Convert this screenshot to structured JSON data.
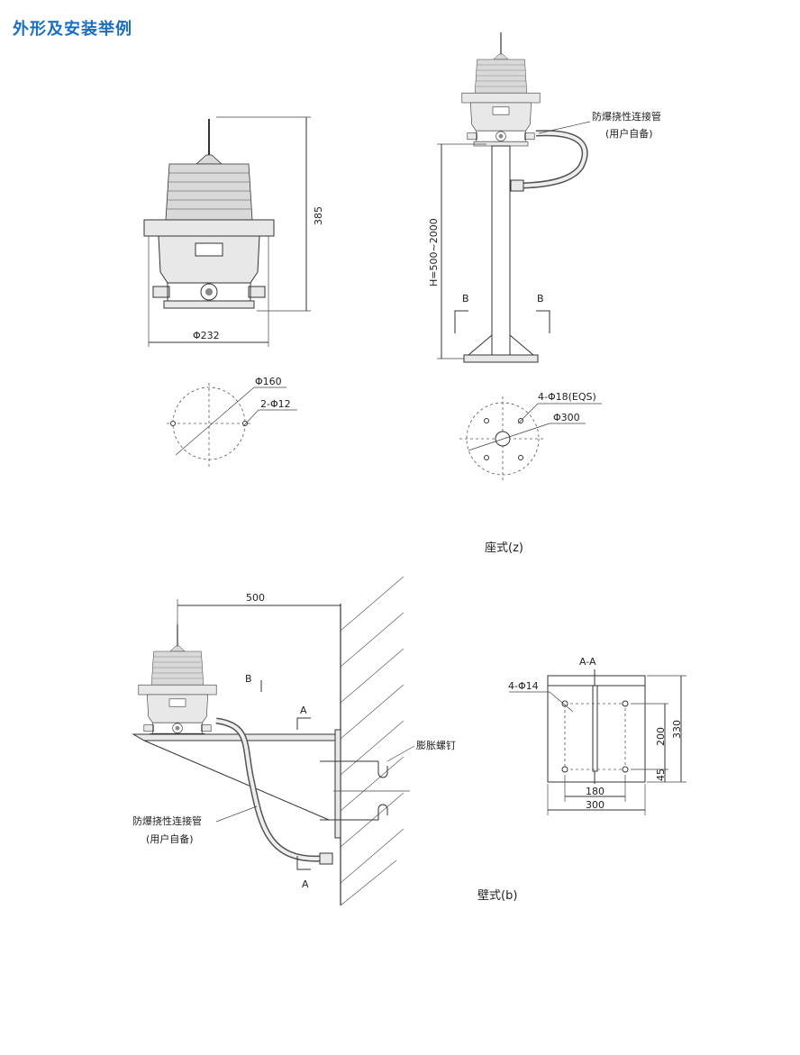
{
  "title": "外形及安装举例",
  "top_left": {
    "height_dim": "385",
    "width_dim": "Φ232",
    "circle_dim": "Φ160",
    "holes_dim": "2-Φ12"
  },
  "top_right": {
    "hose_label": "防爆挠性连接管",
    "hose_note": "(用户自备)",
    "height_dim": "H=500~2000",
    "section_b_left": "B",
    "section_b_right": "B",
    "holes_dim": "4-Φ18(EQS)",
    "circle_dim": "Φ300",
    "caption": "座式(z)"
  },
  "bottom_left": {
    "arm_dim": "500",
    "view_b": "B",
    "section_a_top": "A",
    "section_a_bottom": "A",
    "bolt_label": "膨胀螺钉",
    "hose_label": "防爆挠性连接管",
    "hose_note": "(用户自备)",
    "caption": "壁式(b)"
  },
  "section_aa": {
    "title": "A-A",
    "holes_dim": "4-Φ14",
    "dim_200": "200",
    "dim_330": "330",
    "dim_45": "45",
    "dim_180": "180",
    "dim_300": "300"
  }
}
